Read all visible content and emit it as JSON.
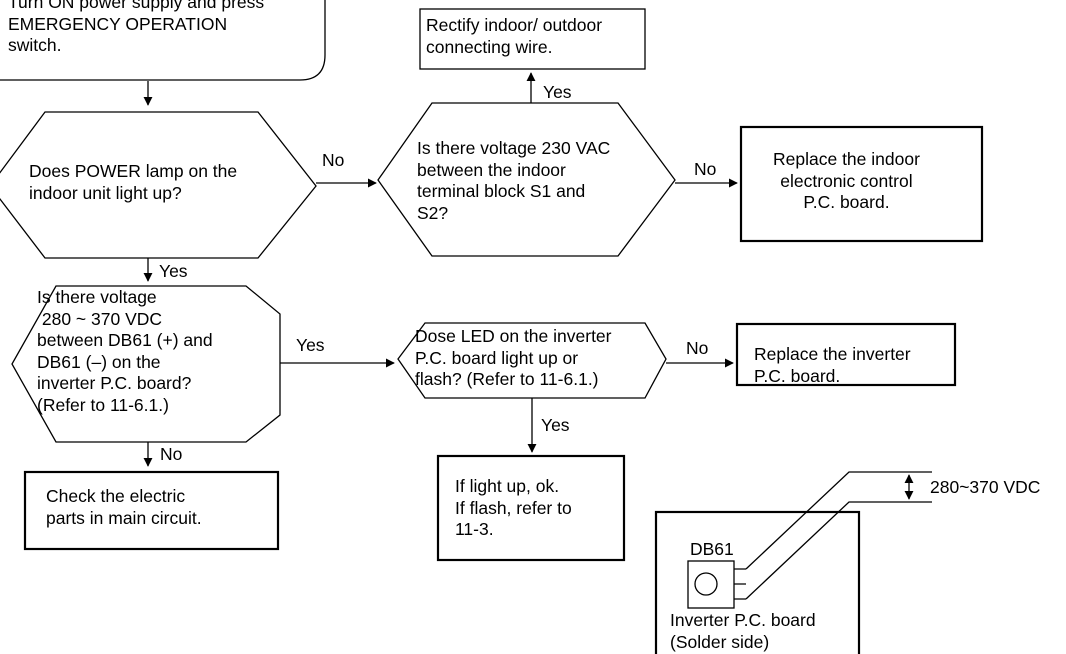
{
  "flow": {
    "start": [
      "Turn ON power supply and press",
      "EMERGENCY OPERATION",
      "switch."
    ],
    "q_power_lamp": [
      "Does POWER lamp on the",
      "indoor unit light up?"
    ],
    "q_voltage_ac": [
      "Is there voltage 230 VAC",
      "between the indoor",
      "terminal block S1 and",
      "S2?"
    ],
    "rectify_wire": [
      "Rectify indoor/ outdoor",
      "connecting wire."
    ],
    "replace_indoor_board": [
      "Replace the indoor",
      "electronic control",
      "P.C. board."
    ],
    "q_voltage_dc": [
      "Is there voltage",
      " 280 ~ 370 VDC",
      "between DB61 (+) and",
      "DB61 (–) on the",
      "inverter P.C. board?",
      "(Refer to 11-6.1.)"
    ],
    "q_led": [
      "Dose LED on the inverter",
      "P.C. board light up or",
      "flash? (Refer to 11-6.1.)"
    ],
    "replace_inverter_board": [
      "Replace the inverter",
      "P.C. board."
    ],
    "check_electric": [
      "Check the electric",
      "parts in main circuit."
    ],
    "light_flash": [
      "If light up, ok.",
      "If flash, refer to",
      "11-3."
    ]
  },
  "arrows": {
    "no_lamp": "No",
    "no_ac": "No",
    "yes_ac": "Yes",
    "yes_lamp": "Yes",
    "yes_dc": "Yes",
    "no_led": "No",
    "yes_led": "Yes",
    "no_dc": "No"
  },
  "board_sketch": {
    "component_label": "DB61",
    "voltage_label": "280~370 VDC",
    "board_caption": [
      "Inverter P.C. board",
      "(Solder side)"
    ]
  }
}
